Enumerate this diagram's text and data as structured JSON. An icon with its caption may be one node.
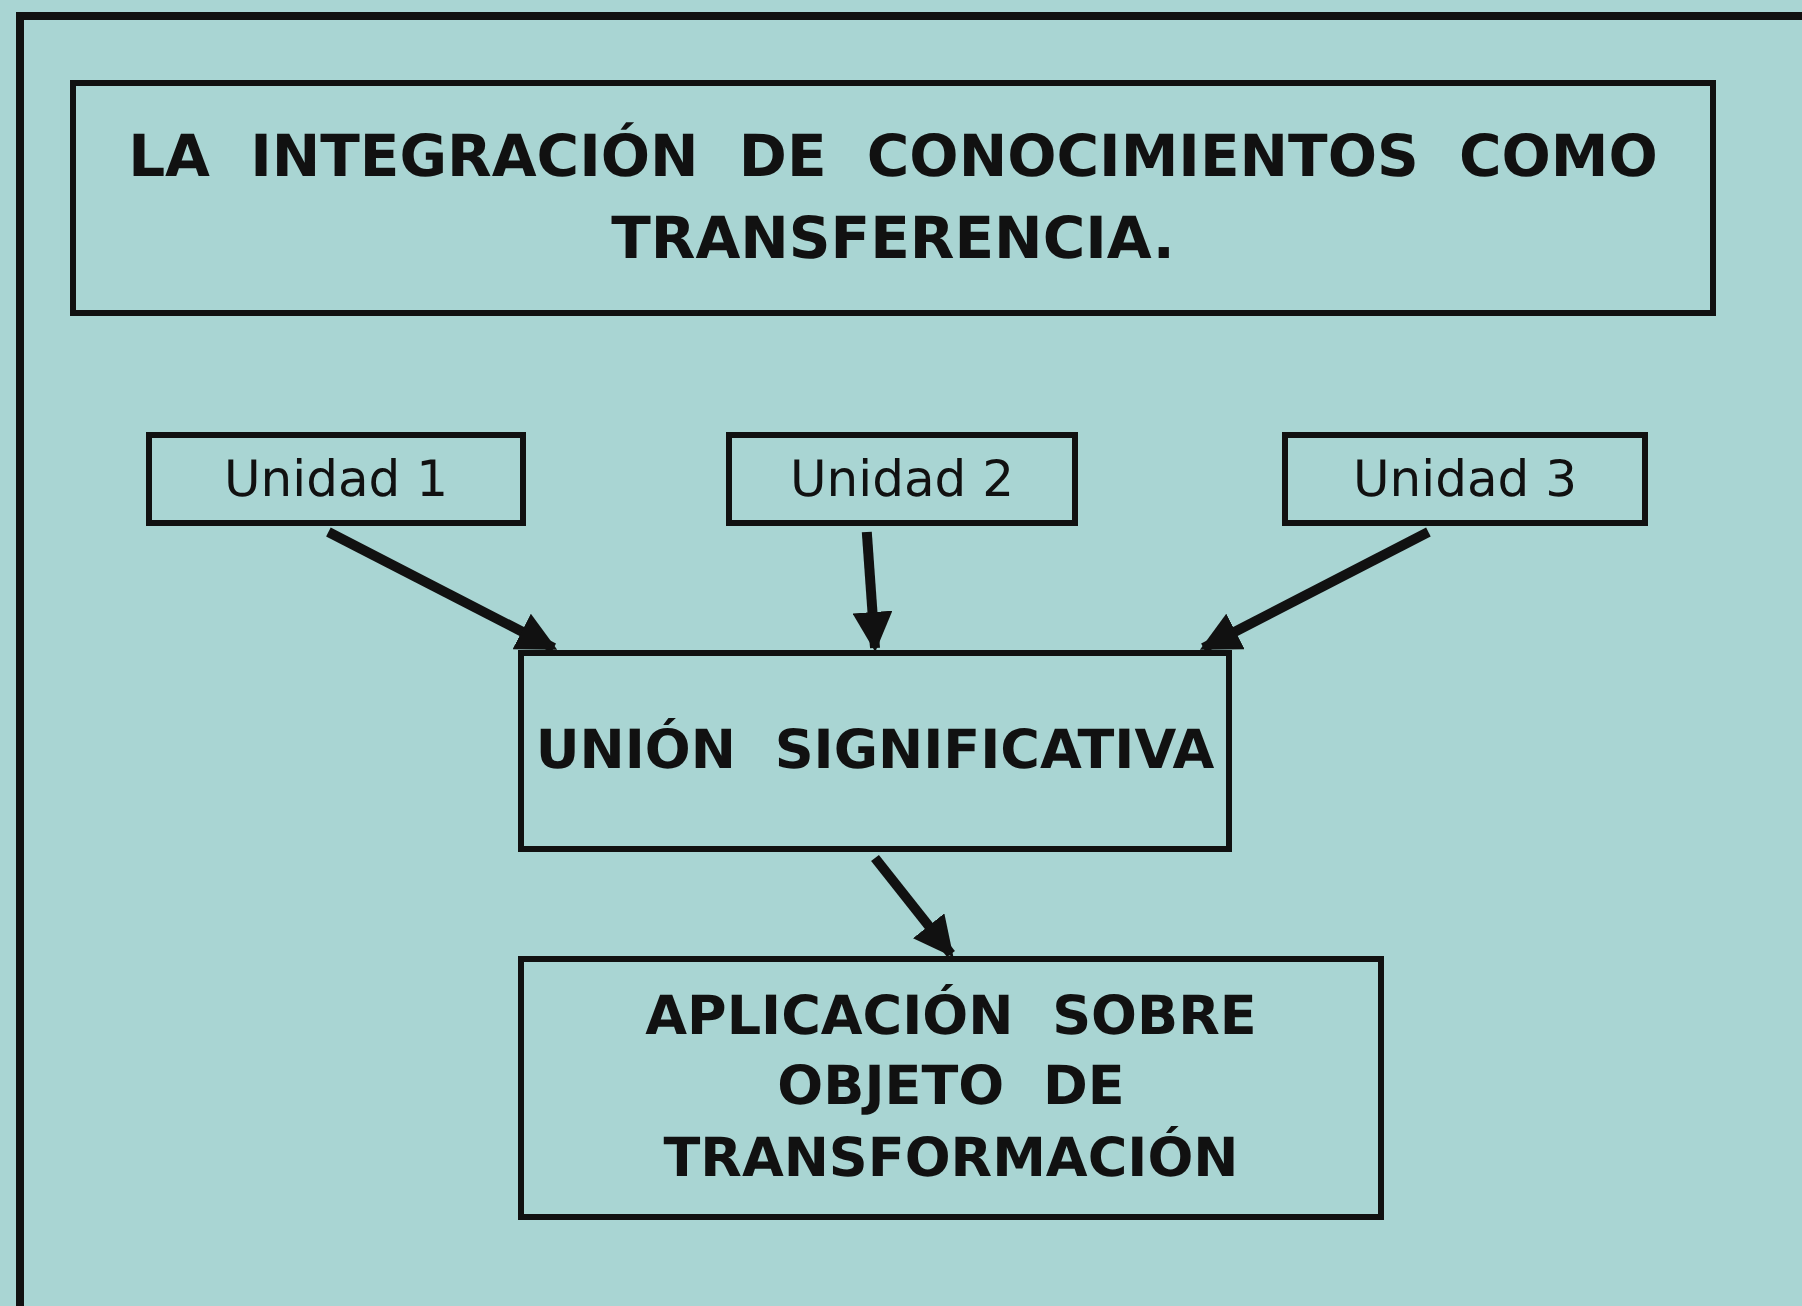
{
  "diagram": {
    "nodes": [
      {
        "text": [
          "LA INTEGRACIÓN DE CONOCIMIENTOS COMO TRANSFERENCIA."
        ]
      },
      {
        "text": [
          "Unidad 1"
        ]
      },
      {
        "text": [
          "Unidad 2"
        ]
      },
      {
        "text": [
          "Unidad 3"
        ]
      },
      {
        "text": [
          "UNIÓN SIGNIFICATIVA"
        ]
      },
      {
        "text": [
          "APLICACIÓN SOBRE OBJETO DE TRANSFORMACIÓN"
        ]
      }
    ],
    "edges": [
      {
        "from": 1,
        "to": 4,
        "arrow": "to"
      },
      {
        "from": 2,
        "to": 4,
        "arrow": "to"
      },
      {
        "from": 3,
        "to": 4,
        "arrow": "to"
      },
      {
        "from": 4,
        "to": 5,
        "arrow": "to"
      }
    ]
  }
}
